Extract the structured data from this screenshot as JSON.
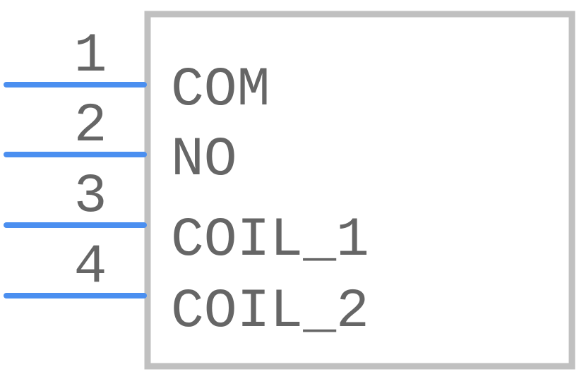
{
  "component": {
    "body_color": "#c0c0c0",
    "pin_color": "#4b8ff0",
    "text_color": "#666666",
    "pins": [
      {
        "number": "1",
        "name": "COM"
      },
      {
        "number": "2",
        "name": "NO"
      },
      {
        "number": "3",
        "name": "COIL_1"
      },
      {
        "number": "4",
        "name": "COIL_2"
      }
    ]
  }
}
